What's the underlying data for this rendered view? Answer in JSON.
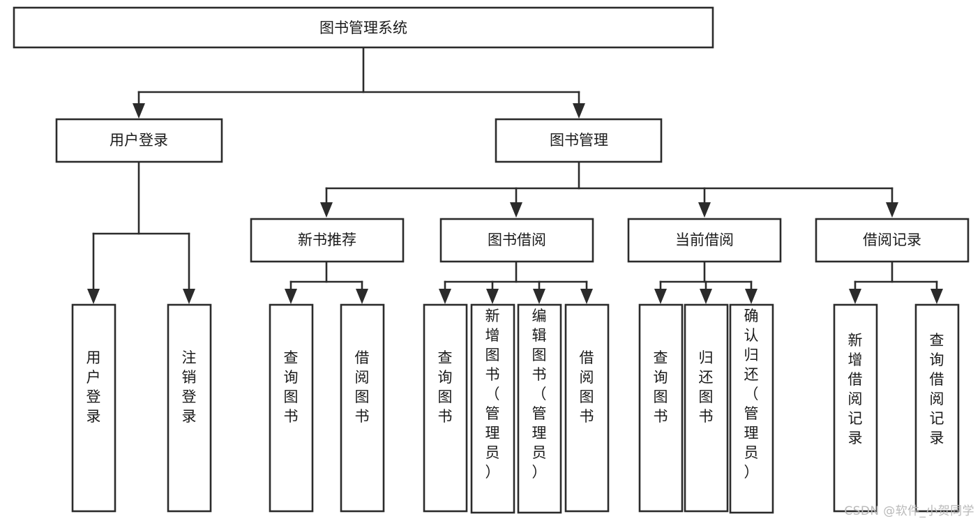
{
  "diagram": {
    "title": "图书管理系统",
    "type": "tree-hierarchy",
    "root": {
      "id": "root",
      "label": "图书管理系统"
    },
    "level2": [
      {
        "id": "user-login",
        "label": "用户登录"
      },
      {
        "id": "book-management",
        "label": "图书管理"
      }
    ],
    "level3": [
      {
        "id": "new-book-recommend",
        "label": "新书推荐",
        "parent": "book-management"
      },
      {
        "id": "book-borrow",
        "label": "图书借阅",
        "parent": "book-management"
      },
      {
        "id": "current-borrow",
        "label": "当前借阅",
        "parent": "book-management"
      },
      {
        "id": "borrow-record",
        "label": "借阅记录",
        "parent": "book-management"
      }
    ],
    "leaves": [
      {
        "id": "leaf-user-login",
        "label": "用户登录",
        "parent": "user-login"
      },
      {
        "id": "leaf-logout-login",
        "label": "注销登录",
        "parent": "user-login"
      },
      {
        "id": "leaf-query-book-1",
        "label": "查询图书",
        "parent": "new-book-recommend"
      },
      {
        "id": "leaf-borrow-book-1",
        "label": "借阅图书",
        "parent": "new-book-recommend"
      },
      {
        "id": "leaf-query-book-2",
        "label": "查询图书",
        "parent": "book-borrow"
      },
      {
        "id": "leaf-add-book",
        "label": "新增图书（管理员）",
        "parent": "book-borrow"
      },
      {
        "id": "leaf-edit-book",
        "label": "编辑图书（管理员）",
        "parent": "book-borrow"
      },
      {
        "id": "leaf-borrow-book-2",
        "label": "借阅图书",
        "parent": "book-borrow"
      },
      {
        "id": "leaf-query-book-3",
        "label": "查询图书",
        "parent": "current-borrow"
      },
      {
        "id": "leaf-return-book",
        "label": "归还图书",
        "parent": "current-borrow"
      },
      {
        "id": "leaf-confirm-return",
        "label": "确认归还（管理员）",
        "parent": "current-borrow"
      },
      {
        "id": "leaf-add-borrow-record",
        "label": "新增借阅记录",
        "parent": "borrow-record"
      },
      {
        "id": "leaf-query-borrow-record",
        "label": "查询借阅记录",
        "parent": "borrow-record"
      }
    ],
    "colors": {
      "stroke": "#2b2b2b",
      "fill": "#ffffff",
      "text": "#1a1a1a",
      "watermark": "#b9b9b9",
      "background": "#ffffff"
    }
  },
  "watermark": {
    "text": "CSDN @软件_小贺同学"
  }
}
